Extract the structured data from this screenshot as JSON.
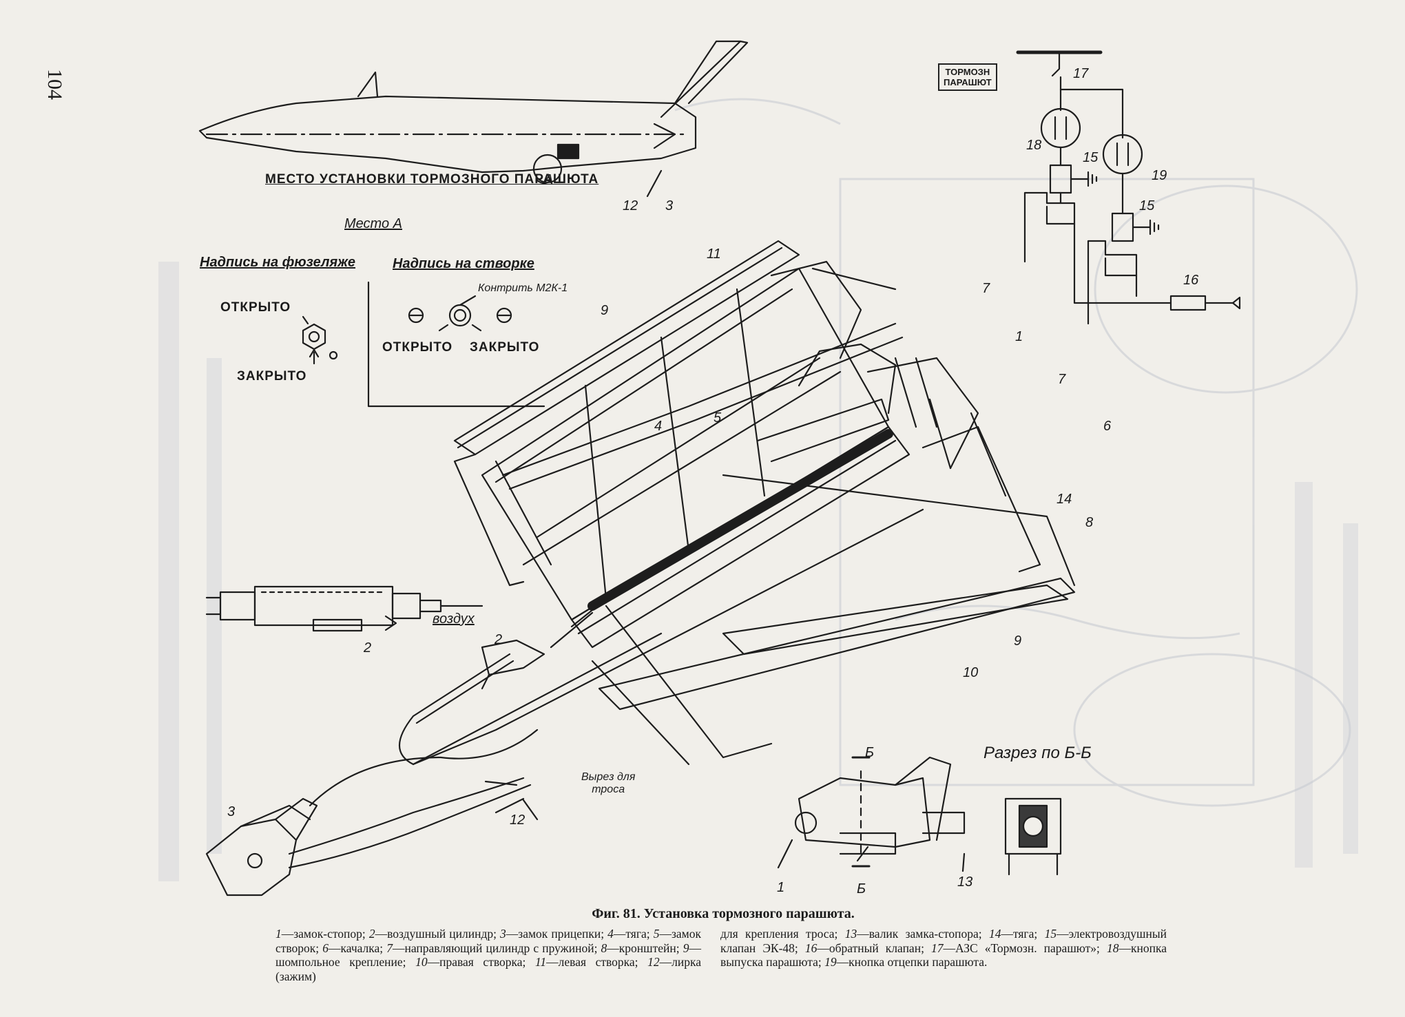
{
  "page_number": "104",
  "labels": {
    "install_place": "МЕСТО УСТАНОВКИ ТОРМОЗНОГО ПАРАШЮТА",
    "place_a": "Место А",
    "fuselage_inscription": "Надпись на фюзеляже",
    "door_inscription": "Надпись на створке",
    "lock_note": "Контрить М2К-1",
    "open": "ОТКРЫТО",
    "closed": "ЗАКРЫТО",
    "air": "воздух",
    "cable_cutout_1": "Вырез для",
    "cable_cutout_2": "троса",
    "section_bb": "Разрез по Б-Б",
    "section_mark": "Б",
    "view_mark": "А",
    "switch_box_1": "ТОРМОЗН",
    "switch_box_2": "ПАРАШЮТ"
  },
  "part_numbers": [
    "1",
    "2",
    "3",
    "4",
    "5",
    "6",
    "7",
    "8",
    "9",
    "10",
    "11",
    "12",
    "13",
    "14",
    "15",
    "16",
    "17",
    "18",
    "19"
  ],
  "caption": "Фиг. 81. Установка тормозного парашюта.",
  "legend": {
    "left": [
      {
        "n": "1",
        "t": "—замок-стопор; "
      },
      {
        "n": "2",
        "t": "—воздушный цилиндр; "
      },
      {
        "n": "3",
        "t": "—замок прицепки; "
      },
      {
        "n": "4",
        "t": "—тяга; "
      },
      {
        "n": "5",
        "t": "—замок створок; "
      },
      {
        "n": "6",
        "t": "—качалка; "
      },
      {
        "n": "7",
        "t": "—направляющий цилиндр с пружиной; "
      },
      {
        "n": "8",
        "t": "—кронштейн; "
      },
      {
        "n": "9",
        "t": "—шомпольное крепление; "
      },
      {
        "n": "10",
        "t": "—правая створка; "
      },
      {
        "n": "11",
        "t": "—левая створка; "
      },
      {
        "n": "12",
        "t": "—лирка (зажим)"
      }
    ],
    "right": [
      {
        "n": "",
        "t": "для крепления троса; "
      },
      {
        "n": "13",
        "t": "—валик замка-стопора; "
      },
      {
        "n": "14",
        "t": "—тяга; "
      },
      {
        "n": "15",
        "t": "—электровоздушный клапан ЭК-48; "
      },
      {
        "n": "16",
        "t": "—обратный клапан; "
      },
      {
        "n": "17",
        "t": "—АЗС «Тормозн. парашют»; "
      },
      {
        "n": "18",
        "t": "—кнопка выпуска парашюта; "
      },
      {
        "n": "19",
        "t": "—кнопка отцепки парашюта."
      }
    ]
  },
  "colors": {
    "paper": "#f1efea",
    "ink": "#1b1b1b",
    "bleed": "#b8bcc6"
  }
}
